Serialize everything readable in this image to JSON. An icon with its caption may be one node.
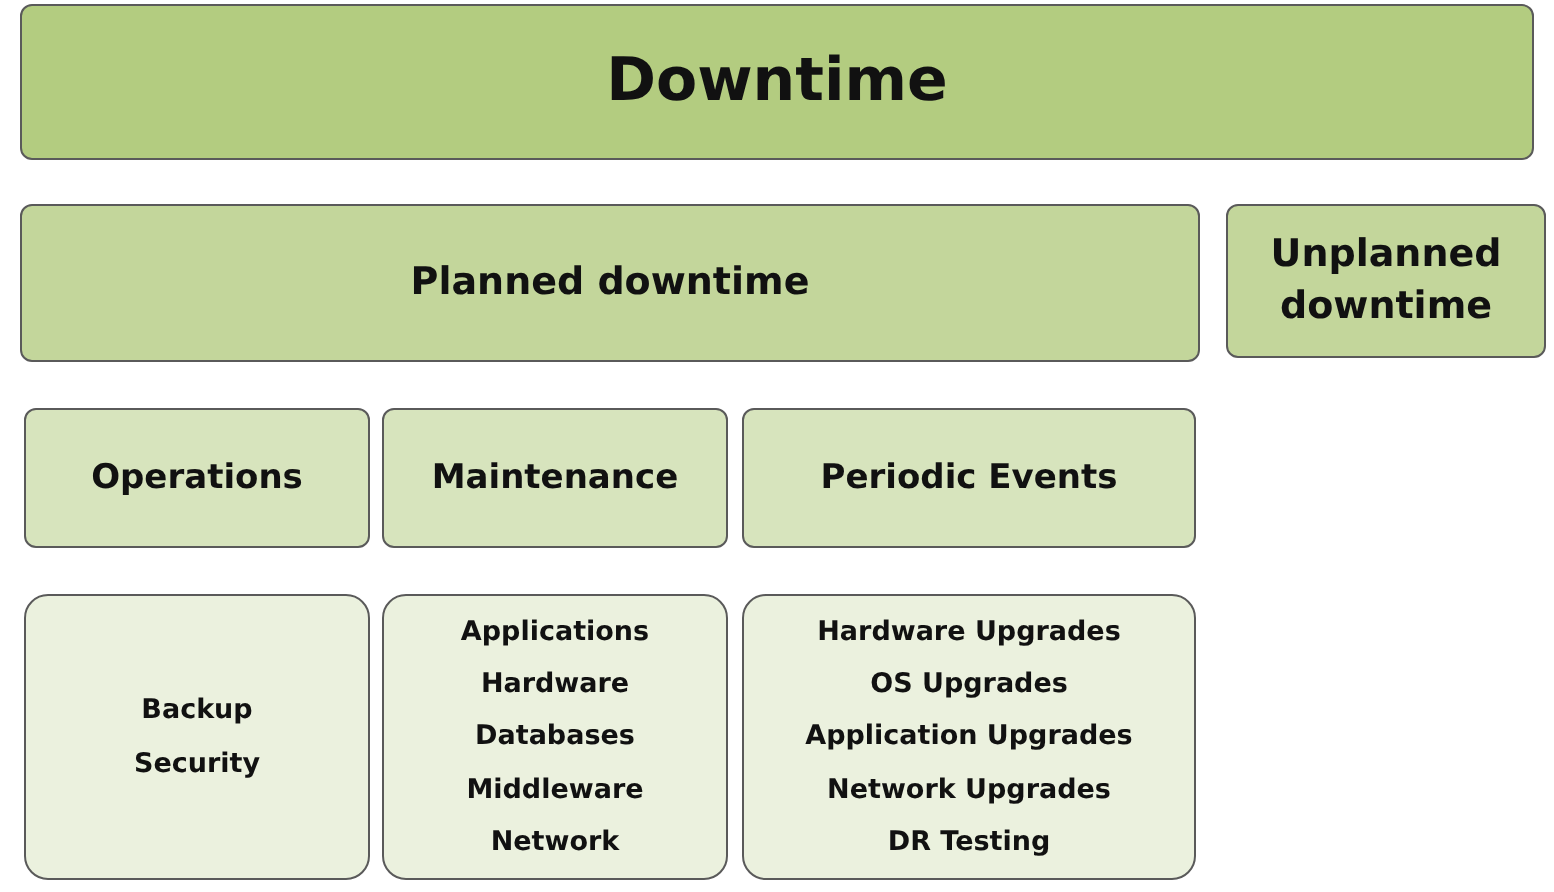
{
  "diagram": {
    "nodes": [
      {
        "text": [
          "Downtime"
        ]
      },
      {
        "text": [
          "Planned downtime"
        ]
      },
      {
        "text": [
          "Unplanned downtime"
        ]
      },
      {
        "text": [
          "Operations"
        ]
      },
      {
        "text": [
          "Maintenance"
        ]
      },
      {
        "text": [
          "Periodic Events"
        ]
      },
      {
        "text": [
          "Backup",
          "Security"
        ]
      },
      {
        "text": [
          "Applications",
          "Hardware",
          "Databases",
          "Middleware",
          "Network"
        ]
      },
      {
        "text": [
          "Hardware Upgrades",
          "OS Upgrades",
          "Application Upgrades",
          "Network Upgrades",
          "DR Testing"
        ]
      }
    ]
  }
}
